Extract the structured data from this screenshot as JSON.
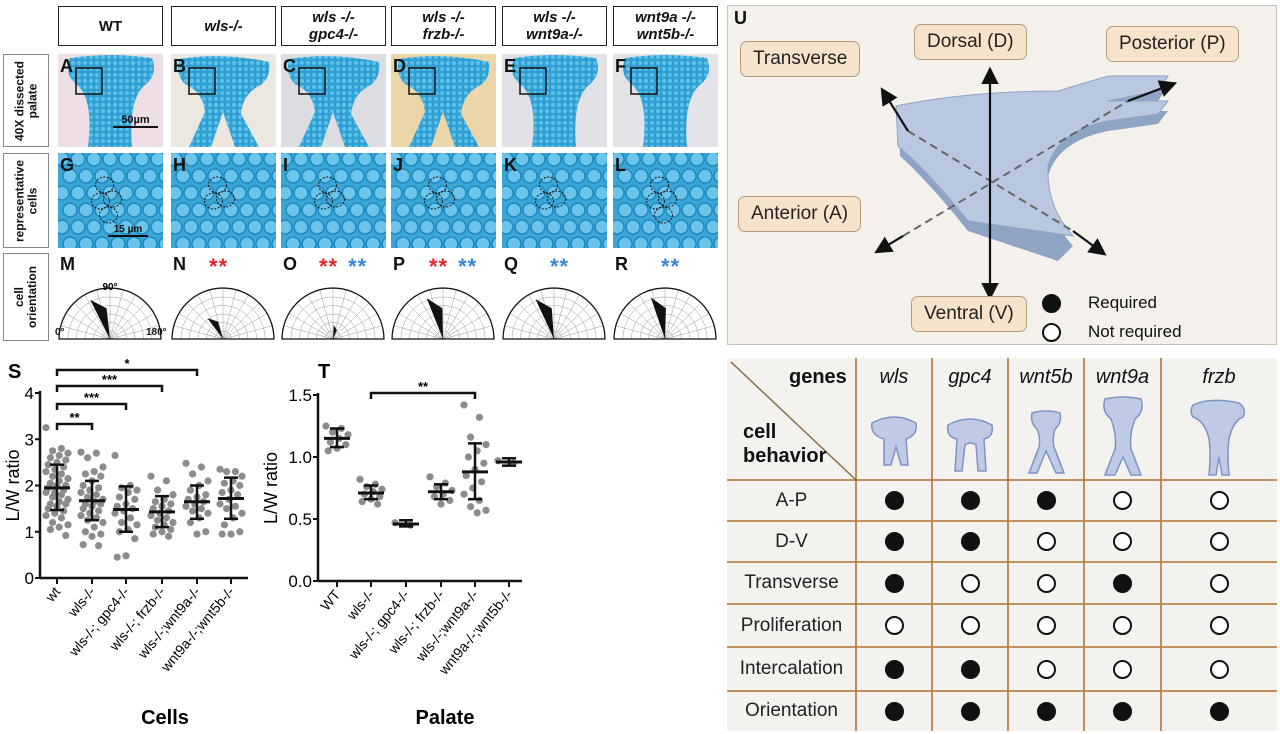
{
  "panelA_R": {
    "genotypes": [
      "WT",
      "wls-/-",
      "wls -/-\ngpc4-/-",
      "wls -/-\nfrzb-/-",
      "wls -/-\nwnt9a-/-",
      "wnt9a -/-\nwnt5b-/-"
    ],
    "row_labels": [
      "40X dissected palate",
      "representative cells",
      "cell orientation"
    ],
    "palate_letters": [
      "A",
      "B",
      "C",
      "D",
      "E",
      "F"
    ],
    "cell_letters": [
      "G",
      "H",
      "I",
      "J",
      "K",
      "L"
    ],
    "orientation_letters": [
      "M",
      "N",
      "O",
      "P",
      "Q",
      "R"
    ],
    "scalebar_palate": "50µm",
    "scalebar_cells": "15 µm",
    "rose_axis": {
      "top": "90°",
      "left": "0°",
      "right": "180°"
    },
    "significance": [
      {
        "red": "",
        "blue": ""
      },
      {
        "red": "**",
        "blue": ""
      },
      {
        "red": "**",
        "blue": "**"
      },
      {
        "red": "**",
        "blue": "**"
      },
      {
        "red": "",
        "blue": "**"
      },
      {
        "red": "",
        "blue": "**"
      }
    ],
    "dominant_orientation_deg": [
      70,
      60,
      100,
      75,
      72,
      78
    ],
    "colors": {
      "red_star": "#e3262b",
      "blue_star": "#3b86d6",
      "alcian_blue": "#2aa6d8"
    }
  },
  "chart_data": [
    {
      "type": "scatter",
      "panel": "S",
      "title": "Cells",
      "ylabel": "L/W ratio",
      "ylim": [
        0,
        4
      ],
      "yticks": [
        "0",
        "1",
        "2",
        "3",
        "4"
      ],
      "categories": [
        "wt",
        "wls-/-",
        "wls-/-; gpc4-/-",
        "wls-/-; frzb-/-",
        "wls-/-;wnt9a-/-",
        "wnt9a-/-;wnt5b-/-"
      ],
      "groups": [
        {
          "mean": 1.95,
          "sd_low": 1.47,
          "sd_high": 2.45,
          "points": [
            3.25,
            2.8,
            2.75,
            2.7,
            2.65,
            2.6,
            2.55,
            2.5,
            2.45,
            2.4,
            2.35,
            2.3,
            2.25,
            2.2,
            2.15,
            2.1,
            2.05,
            2.0,
            2.0,
            1.95,
            1.9,
            1.85,
            1.85,
            1.8,
            1.75,
            1.7,
            1.65,
            1.6,
            1.6,
            1.55,
            1.5,
            1.45,
            1.4,
            1.35,
            1.3,
            1.2,
            1.15,
            1.1,
            1.05,
            0.92
          ]
        },
        {
          "mean": 1.67,
          "sd_low": 1.25,
          "sd_high": 2.1,
          "points": [
            2.72,
            2.7,
            2.6,
            2.4,
            2.3,
            2.25,
            2.2,
            2.1,
            2.0,
            1.95,
            1.9,
            1.85,
            1.8,
            1.75,
            1.7,
            1.65,
            1.6,
            1.6,
            1.55,
            1.5,
            1.45,
            1.4,
            1.35,
            1.3,
            1.25,
            1.2,
            1.1,
            1.0,
            0.95,
            0.9,
            0.72,
            0.7
          ]
        },
        {
          "mean": 1.48,
          "sd_low": 1.0,
          "sd_high": 1.98,
          "points": [
            2.65,
            2.0,
            1.95,
            1.9,
            1.85,
            1.75,
            1.7,
            1.6,
            1.55,
            1.5,
            1.45,
            1.4,
            1.3,
            1.2,
            1.15,
            1.05,
            1.0,
            0.85,
            0.48,
            0.45
          ]
        },
        {
          "mean": 1.43,
          "sd_low": 1.1,
          "sd_high": 1.77,
          "points": [
            2.2,
            2.1,
            1.9,
            1.8,
            1.7,
            1.65,
            1.6,
            1.55,
            1.5,
            1.45,
            1.4,
            1.35,
            1.3,
            1.25,
            1.2,
            1.15,
            1.1,
            1.05,
            1.0,
            0.95,
            0.9
          ]
        },
        {
          "mean": 1.65,
          "sd_low": 1.28,
          "sd_high": 2.0,
          "points": [
            2.48,
            2.4,
            2.25,
            2.1,
            2.0,
            1.9,
            1.8,
            1.75,
            1.7,
            1.65,
            1.6,
            1.55,
            1.5,
            1.45,
            1.4,
            1.3,
            1.2,
            1.0,
            0.95
          ]
        },
        {
          "mean": 1.72,
          "sd_low": 1.28,
          "sd_high": 2.17,
          "points": [
            2.35,
            2.3,
            2.3,
            2.2,
            2.1,
            2.05,
            2.0,
            1.9,
            1.85,
            1.8,
            1.7,
            1.6,
            1.55,
            1.5,
            1.4,
            1.3,
            1.15,
            1.0,
            0.95,
            0.95
          ]
        }
      ],
      "comparisons": [
        {
          "from": 0,
          "to": 1,
          "label": "**"
        },
        {
          "from": 0,
          "to": 2,
          "label": "***"
        },
        {
          "from": 0,
          "to": 3,
          "label": "***"
        },
        {
          "from": 0,
          "to": 4,
          "label": "*"
        }
      ]
    },
    {
      "type": "scatter",
      "panel": "T",
      "title": "Palate",
      "ylabel": "L/W ratio",
      "ylim": [
        0,
        1.5
      ],
      "yticks": [
        "0.0",
        "0.5",
        "1.0",
        "1.5"
      ],
      "categories": [
        "WT",
        "wls-/-",
        "wls-/-; gpc4-/-",
        "wls-/-; frzb-/-",
        "wls-/-;wnt9a-/-",
        "wnt9a-/-;wnt5b-/-"
      ],
      "groups": [
        {
          "mean": 1.15,
          "sd_low": 1.08,
          "sd_high": 1.23,
          "points": [
            1.25,
            1.23,
            1.2,
            1.18,
            1.15,
            1.12,
            1.1,
            1.07,
            1.05
          ]
        },
        {
          "mean": 0.71,
          "sd_low": 0.66,
          "sd_high": 0.77,
          "points": [
            0.82,
            0.78,
            0.76,
            0.74,
            0.72,
            0.7,
            0.68,
            0.66,
            0.64,
            0.62
          ]
        },
        {
          "mean": 0.46,
          "sd_low": 0.44,
          "sd_high": 0.49,
          "points": [
            0.47,
            0.45
          ]
        },
        {
          "mean": 0.72,
          "sd_low": 0.66,
          "sd_high": 0.78,
          "points": [
            0.84,
            0.79,
            0.76,
            0.73,
            0.7,
            0.68,
            0.65,
            0.62
          ]
        },
        {
          "mean": 0.88,
          "sd_low": 0.66,
          "sd_high": 1.11,
          "points": [
            1.42,
            1.32,
            1.16,
            1.1,
            1.05,
            1.0,
            0.95,
            0.9,
            0.85,
            0.8,
            0.75,
            0.7,
            0.65,
            0.6,
            0.57,
            0.55
          ]
        },
        {
          "mean": 0.96,
          "sd_low": 0.93,
          "sd_high": 0.99,
          "points": [
            0.97,
            0.95
          ]
        }
      ],
      "comparisons": [
        {
          "from": 1,
          "to": 4,
          "label": "**"
        }
      ]
    }
  ],
  "panelU": {
    "letter": "U",
    "axes": {
      "dorsal": "Dorsal (D)",
      "ventral": "Ventral (V)",
      "anterior": "Anterior (A)",
      "posterior": "Posterior (P)",
      "transverse": "Transverse"
    },
    "legend": {
      "required": "Required",
      "not_required": "Not required"
    }
  },
  "table": {
    "corner_top": "genes",
    "corner_bottom": "cell\nbehavior",
    "genes": [
      "wls",
      "gpc4",
      "wnt5b",
      "wnt9a",
      "frzb"
    ],
    "rows": [
      {
        "behavior": "A-P",
        "required": [
          true,
          true,
          true,
          false,
          false
        ]
      },
      {
        "behavior": "D-V",
        "required": [
          true,
          true,
          false,
          false,
          false
        ]
      },
      {
        "behavior": "Transverse",
        "required": [
          true,
          false,
          false,
          true,
          false
        ]
      },
      {
        "behavior": "Proliferation",
        "required": [
          false,
          false,
          false,
          false,
          false
        ]
      },
      {
        "behavior": "Intercalation",
        "required": [
          true,
          true,
          false,
          false,
          false
        ]
      },
      {
        "behavior": "Orientation",
        "required": [
          true,
          true,
          true,
          true,
          true
        ]
      }
    ]
  }
}
